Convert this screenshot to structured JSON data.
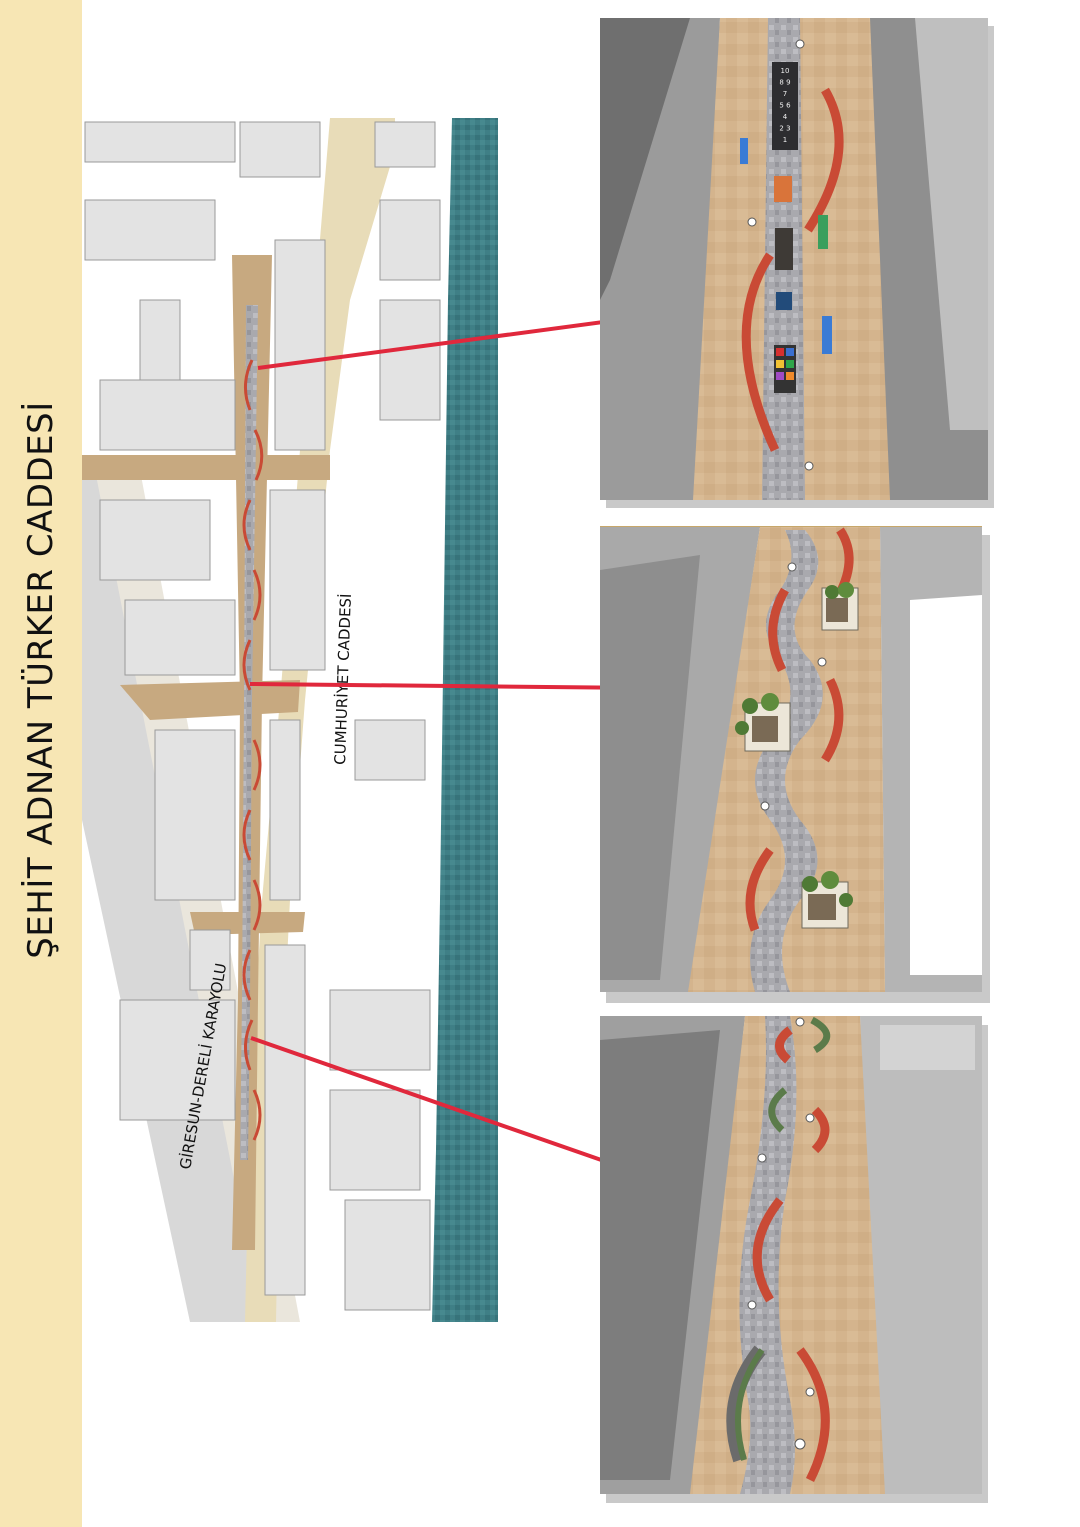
{
  "page": {
    "title": "ŞEHİT ADNAN TÜRKER CADDESİ"
  },
  "map": {
    "labels": {
      "cumhuriyet": "CUMHURİYET CADDESİ",
      "giresun": "GİRESUN-DERELİ KARAYOLU"
    }
  },
  "colors": {
    "sidebar": "#f7e6b4",
    "river": "#3f7f86",
    "street": "#c7a980",
    "road": "#e8dcb8",
    "connector": "#e0283c",
    "paving": "#d2b28b",
    "stone_path": "#a7a7ad",
    "red_curve": "#c94a35",
    "building": "#e0e0e0"
  },
  "hopscotch_numbers": [
    "10",
    "8 9",
    "7",
    "5 6",
    "4",
    "2 3",
    "1"
  ]
}
